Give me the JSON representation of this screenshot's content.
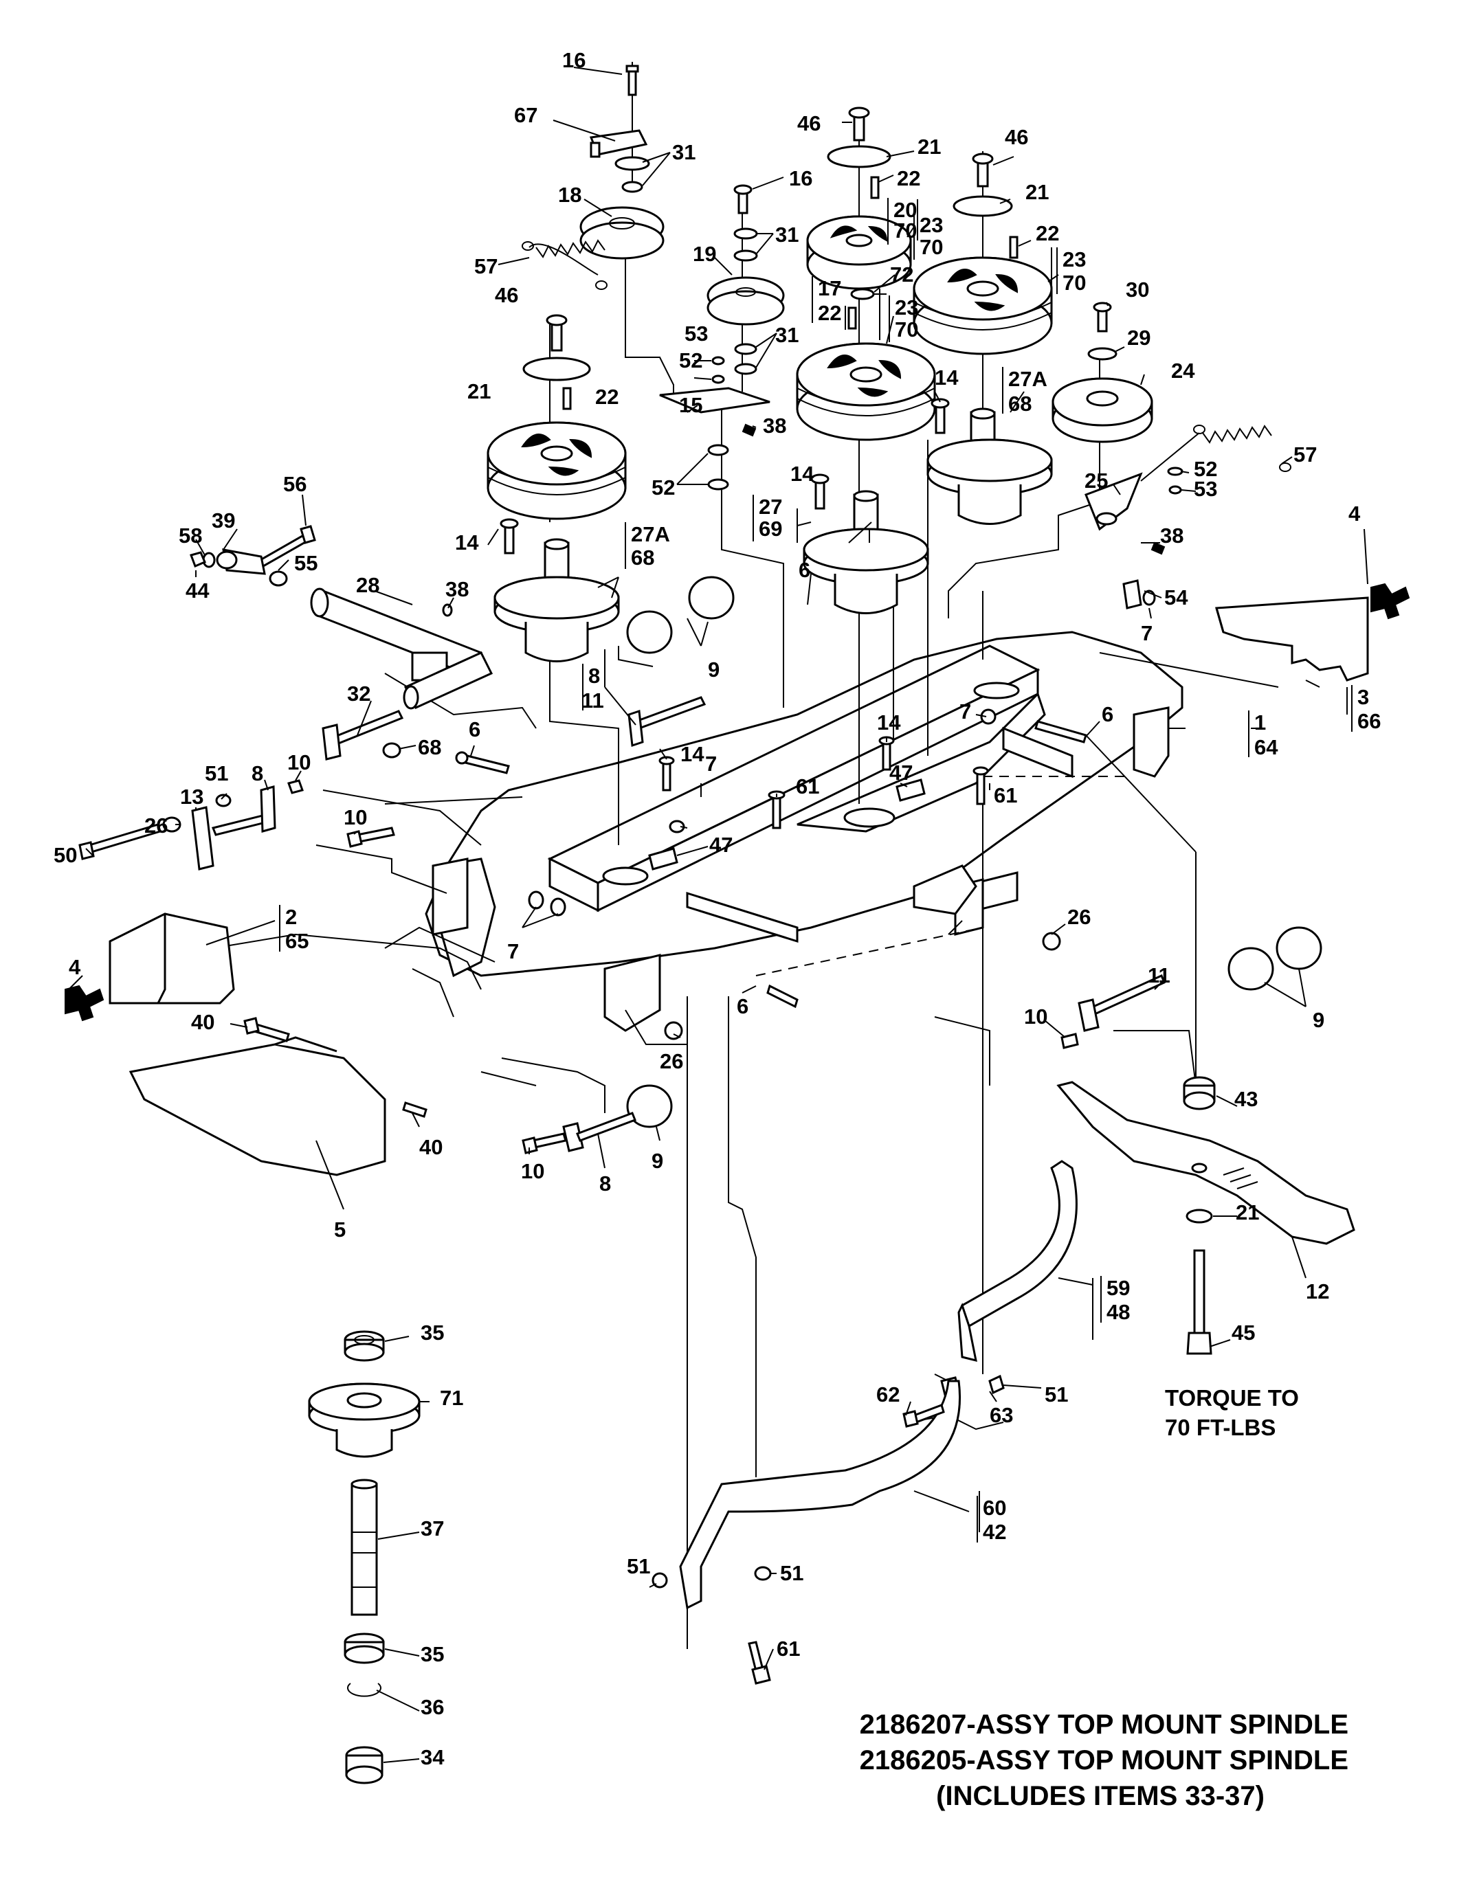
{
  "callouts": [
    {
      "id": "c16a",
      "text": "16"
    },
    {
      "id": "c67",
      "text": "67"
    },
    {
      "id": "c31a",
      "text": "31"
    },
    {
      "id": "c18",
      "text": "18"
    },
    {
      "id": "c57a",
      "text": "57"
    },
    {
      "id": "c46a",
      "text": "46"
    },
    {
      "id": "c21a",
      "text": "21"
    },
    {
      "id": "c22a",
      "text": "22"
    },
    {
      "id": "c23a",
      "text": "23"
    },
    {
      "id": "c70a",
      "text": "70"
    },
    {
      "id": "c16b",
      "text": "16"
    },
    {
      "id": "c31b",
      "text": "31"
    },
    {
      "id": "c19",
      "text": "19"
    },
    {
      "id": "c53a",
      "text": "53"
    },
    {
      "id": "c52a",
      "text": "52"
    },
    {
      "id": "c31c",
      "text": "31"
    },
    {
      "id": "c15",
      "text": "15"
    },
    {
      "id": "c38a",
      "text": "38"
    },
    {
      "id": "c52b",
      "text": "52"
    },
    {
      "id": "c46b",
      "text": "46"
    },
    {
      "id": "c21b",
      "text": "21"
    },
    {
      "id": "c22b",
      "text": "22"
    },
    {
      "id": "c20",
      "text": "20"
    },
    {
      "id": "c70b",
      "text": "70"
    },
    {
      "id": "c72",
      "text": "72"
    },
    {
      "id": "c17",
      "text": "17"
    },
    {
      "id": "c22c",
      "text": "22"
    },
    {
      "id": "c23b",
      "text": "23"
    },
    {
      "id": "c70c",
      "text": "70"
    },
    {
      "id": "c46c",
      "text": "46"
    },
    {
      "id": "c21c",
      "text": "21"
    },
    {
      "id": "c22d",
      "text": "22"
    },
    {
      "id": "c23c",
      "text": "23"
    },
    {
      "id": "c70d",
      "text": "70"
    },
    {
      "id": "c30",
      "text": "30"
    },
    {
      "id": "c29",
      "text": "29"
    },
    {
      "id": "c24",
      "text": "24"
    },
    {
      "id": "c14a",
      "text": "14"
    },
    {
      "id": "c27Aa",
      "text": "27A"
    },
    {
      "id": "c68a",
      "text": "68"
    },
    {
      "id": "c57b",
      "text": "57"
    },
    {
      "id": "c52c",
      "text": "52"
    },
    {
      "id": "c53b",
      "text": "53"
    },
    {
      "id": "c25",
      "text": "25"
    },
    {
      "id": "c38b",
      "text": "38"
    },
    {
      "id": "c14b",
      "text": "14"
    },
    {
      "id": "c27",
      "text": "27"
    },
    {
      "id": "c69",
      "text": "69"
    },
    {
      "id": "c4a",
      "text": "4"
    },
    {
      "id": "c54",
      "text": "54"
    },
    {
      "id": "c7a",
      "text": "7"
    },
    {
      "id": "c3",
      "text": "3"
    },
    {
      "id": "c66",
      "text": "66"
    },
    {
      "id": "c56",
      "text": "56"
    },
    {
      "id": "c39",
      "text": "39"
    },
    {
      "id": "c58",
      "text": "58"
    },
    {
      "id": "c55",
      "text": "55"
    },
    {
      "id": "c44",
      "text": "44"
    },
    {
      "id": "c28",
      "text": "28"
    },
    {
      "id": "c38c",
      "text": "38"
    },
    {
      "id": "c14c",
      "text": "14"
    },
    {
      "id": "c27Ab",
      "text": "27A"
    },
    {
      "id": "c68b",
      "text": "68"
    },
    {
      "id": "c6a",
      "text": "6"
    },
    {
      "id": "c9a",
      "text": "9"
    },
    {
      "id": "c8a",
      "text": "8"
    },
    {
      "id": "c11a",
      "text": "11"
    },
    {
      "id": "c32",
      "text": "32"
    },
    {
      "id": "c68c",
      "text": "68"
    },
    {
      "id": "c6b",
      "text": "6"
    },
    {
      "id": "c51a",
      "text": "51"
    },
    {
      "id": "c8b",
      "text": "8"
    },
    {
      "id": "c10a",
      "text": "10"
    },
    {
      "id": "c13",
      "text": "13"
    },
    {
      "id": "c26a",
      "text": "26"
    },
    {
      "id": "c50",
      "text": "50"
    },
    {
      "id": "c14d",
      "text": "14"
    },
    {
      "id": "c14e",
      "text": "14"
    },
    {
      "id": "c61a",
      "text": "61"
    },
    {
      "id": "c7b",
      "text": "7"
    },
    {
      "id": "c47a",
      "text": "47"
    },
    {
      "id": "c47b",
      "text": "47"
    },
    {
      "id": "c10b",
      "text": "10"
    },
    {
      "id": "c7c",
      "text": "7"
    },
    {
      "id": "c6c",
      "text": "6"
    },
    {
      "id": "c1",
      "text": "1"
    },
    {
      "id": "c64",
      "text": "64"
    },
    {
      "id": "c61b",
      "text": "61"
    },
    {
      "id": "c2",
      "text": "2"
    },
    {
      "id": "c65",
      "text": "65"
    },
    {
      "id": "c4b",
      "text": "4"
    },
    {
      "id": "c7d",
      "text": "7"
    },
    {
      "id": "c26b",
      "text": "26"
    },
    {
      "id": "c11b",
      "text": "11"
    },
    {
      "id": "c9b",
      "text": "9"
    },
    {
      "id": "c10c",
      "text": "10"
    },
    {
      "id": "c40a",
      "text": "40"
    },
    {
      "id": "c6d",
      "text": "6"
    },
    {
      "id": "c26c",
      "text": "26"
    },
    {
      "id": "c40b",
      "text": "40"
    },
    {
      "id": "c9c",
      "text": "9"
    },
    {
      "id": "c10d",
      "text": "10"
    },
    {
      "id": "c8c",
      "text": "8"
    },
    {
      "id": "c5",
      "text": "5"
    },
    {
      "id": "c43",
      "text": "43"
    },
    {
      "id": "c21d",
      "text": "21"
    },
    {
      "id": "c12",
      "text": "12"
    },
    {
      "id": "c59",
      "text": "59"
    },
    {
      "id": "c48",
      "text": "48"
    },
    {
      "id": "c51b",
      "text": "51"
    },
    {
      "id": "c45",
      "text": "45"
    },
    {
      "id": "c63",
      "text": "63"
    },
    {
      "id": "c62",
      "text": "62"
    },
    {
      "id": "c35a",
      "text": "35"
    },
    {
      "id": "c71",
      "text": "71"
    },
    {
      "id": "c37",
      "text": "37"
    },
    {
      "id": "c60",
      "text": "60"
    },
    {
      "id": "c42",
      "text": "42"
    },
    {
      "id": "c51c",
      "text": "51"
    },
    {
      "id": "c51d",
      "text": "51"
    },
    {
      "id": "c35b",
      "text": "35"
    },
    {
      "id": "c61c",
      "text": "61"
    },
    {
      "id": "c36",
      "text": "36"
    },
    {
      "id": "c34",
      "text": "34"
    }
  ],
  "torque_note": {
    "line1": "TORQUE TO",
    "line2": "70 FT-LBS"
  },
  "caption": {
    "line1": "2186207-ASSY TOP MOUNT SPINDLE",
    "line2": "2186205-ASSY TOP MOUNT SPINDLE",
    "line3": "(INCLUDES ITEMS 33-37)"
  }
}
